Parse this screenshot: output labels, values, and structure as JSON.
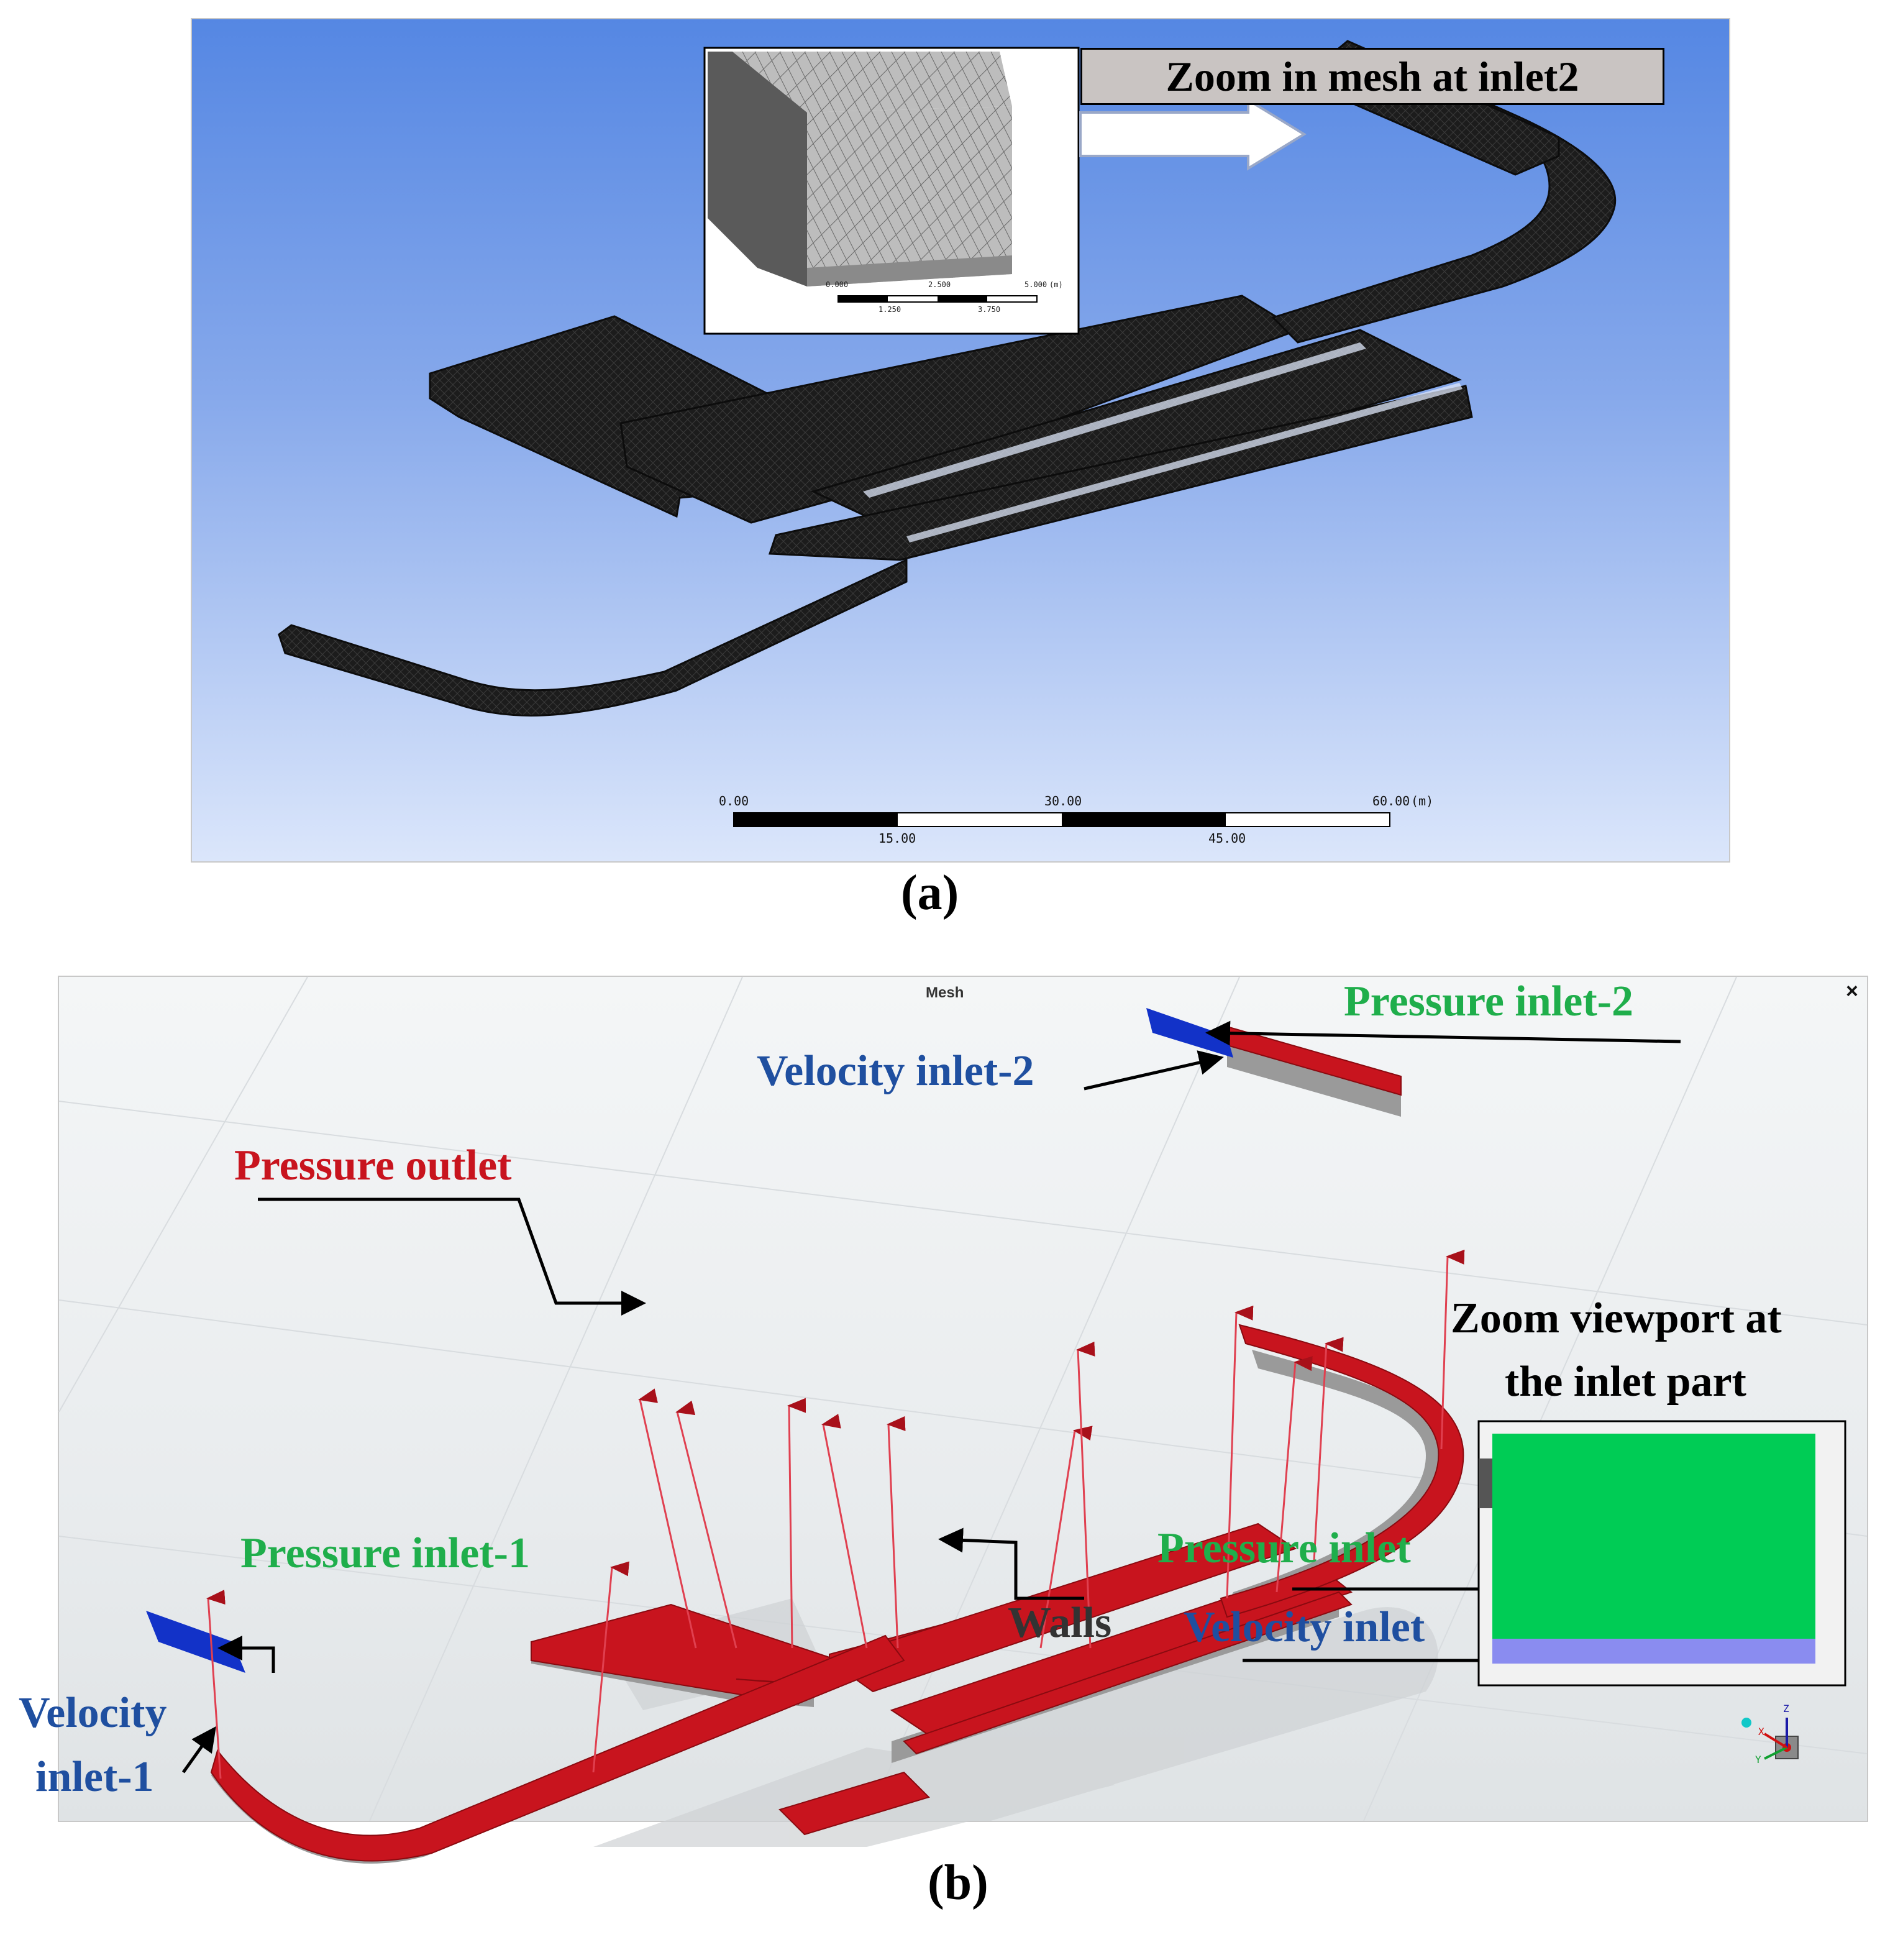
{
  "panel_a": {
    "callout": "Zoom in mesh at inlet2",
    "main_scale": {
      "top_ticks": [
        "0.00",
        "30.00",
        "60.00"
      ],
      "unit": "(m)",
      "bottom_ticks": [
        "15.00",
        "45.00"
      ]
    },
    "inset_scale": {
      "top_ticks": [
        "0.000",
        "2.500",
        "5.000"
      ],
      "unit": "(m)",
      "bottom_ticks": [
        "1.250",
        "3.750"
      ]
    },
    "caption": "(a)"
  },
  "panel_b": {
    "window_title": "Mesh",
    "close_glyph": "×",
    "labels": {
      "pressure_inlet_2": "Pressure inlet-2",
      "velocity_inlet_2": "Velocity inlet-2",
      "pressure_outlet": "Pressure outlet",
      "pressure_inlet_1": "Pressure inlet-1",
      "velocity_inlet_1_line1": "Velocity",
      "velocity_inlet_1_line2": "inlet-1",
      "walls": "Walls",
      "zoom_line1": "Zoom viewport at",
      "zoom_line2": "the inlet part",
      "pressure_inlet": "Pressure inlet",
      "velocity_inlet": "Velocity inlet"
    },
    "triad": {
      "x": "X",
      "y": "Y",
      "z": "Z"
    },
    "colors": {
      "pressure_outlet": "#c8141e",
      "pressure_inlet": "#1fae4b",
      "velocity_inlet": "#1f4fa0",
      "inlet_face_green": "#00cc55",
      "inlet_face_blue": "#8a8cf0"
    },
    "caption": "(b)"
  }
}
